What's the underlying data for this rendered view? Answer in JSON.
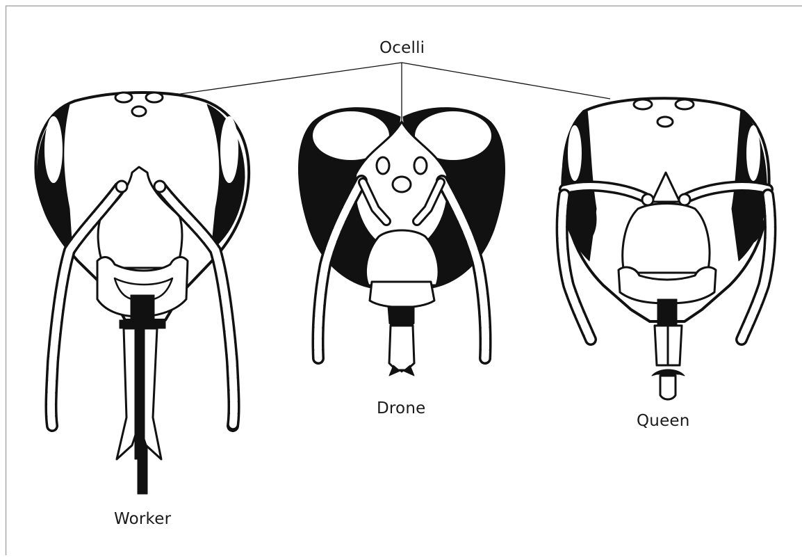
{
  "diagram": {
    "labels": {
      "ocelli": "Ocelli",
      "worker": "Worker",
      "drone": "Drone",
      "queen": "Queen"
    },
    "colors": {
      "ink": "#111111",
      "paper": "#ffffff",
      "frame": "#b0b0b0"
    }
  }
}
